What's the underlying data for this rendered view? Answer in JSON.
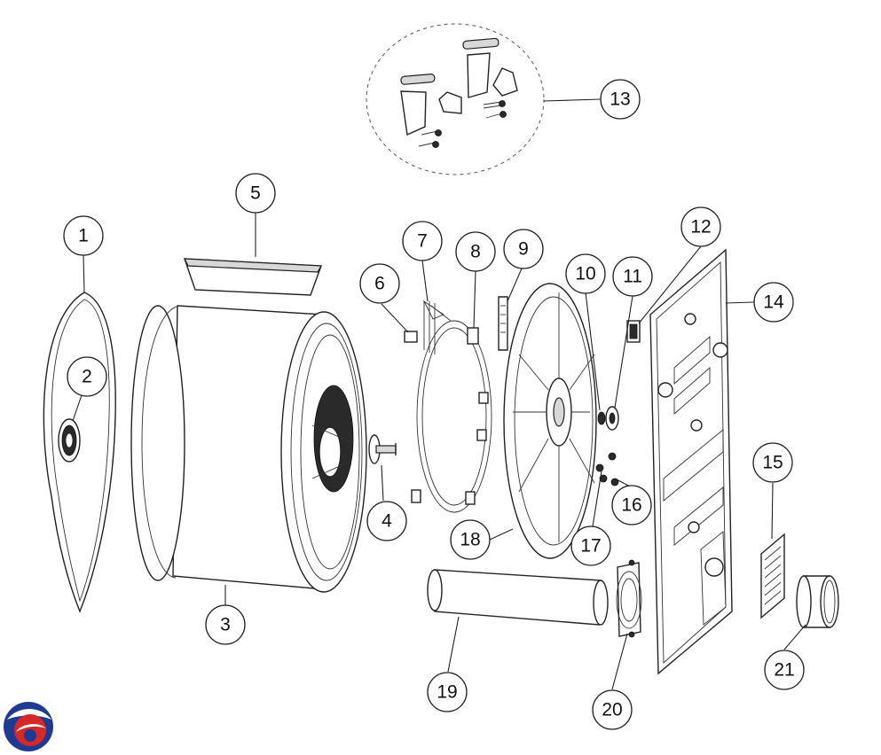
{
  "diagram": {
    "callouts": [
      "1",
      "2",
      "3",
      "4",
      "5",
      "6",
      "7",
      "8",
      "9",
      "10",
      "11",
      "12",
      "13",
      "14",
      "15",
      "16",
      "17",
      "18",
      "19",
      "20",
      "21"
    ]
  },
  "logo": {
    "name": "brand-logo",
    "colors": [
      "#1f3a93",
      "#d62828"
    ]
  }
}
